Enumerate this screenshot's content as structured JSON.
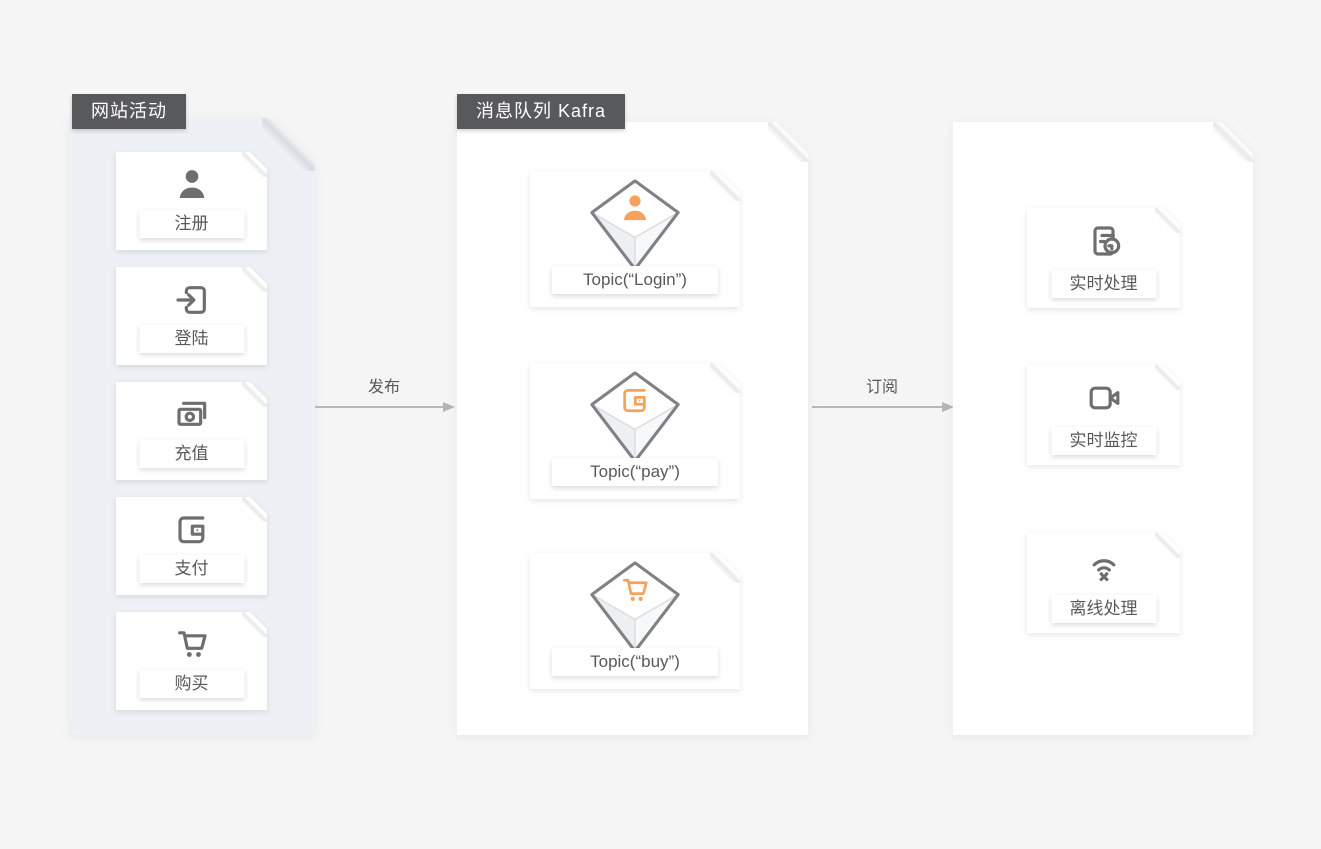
{
  "diagram": {
    "left_panel": {
      "title": "网站活动",
      "items": [
        {
          "label": "注册",
          "icon": "user-icon"
        },
        {
          "label": "登陆",
          "icon": "login-icon"
        },
        {
          "label": "充值",
          "icon": "recharge-icon"
        },
        {
          "label": "支付",
          "icon": "wallet-icon"
        },
        {
          "label": "购买",
          "icon": "cart-icon"
        }
      ]
    },
    "publish_arrow": {
      "label": "发布"
    },
    "middle_panel": {
      "title": "消息队列 Kafra",
      "topics": [
        {
          "label": "Topic(“Login”)",
          "icon": "user-box-icon"
        },
        {
          "label": "Topic(“pay”)",
          "icon": "wallet-box-icon"
        },
        {
          "label": "Topic(“buy”)",
          "icon": "cart-box-icon"
        }
      ]
    },
    "subscribe_arrow": {
      "label": "订阅"
    },
    "right_panel": {
      "items": [
        {
          "label": "实时处理",
          "icon": "doc-clock-icon"
        },
        {
          "label": "实时监控",
          "icon": "video-camera-icon"
        },
        {
          "label": "离线处理",
          "icon": "wifi-off-icon"
        }
      ]
    },
    "colors": {
      "accent_orange": "#f6a15c",
      "header_bg": "#58595b",
      "left_panel_bg": "#edf1f5",
      "icon_gray": "#6e6e6e",
      "box_outline_gray": "#7f8184",
      "arrow_gray": "#b5b5b5",
      "text_gray": "#595959",
      "background": "#f5f5f6"
    }
  }
}
